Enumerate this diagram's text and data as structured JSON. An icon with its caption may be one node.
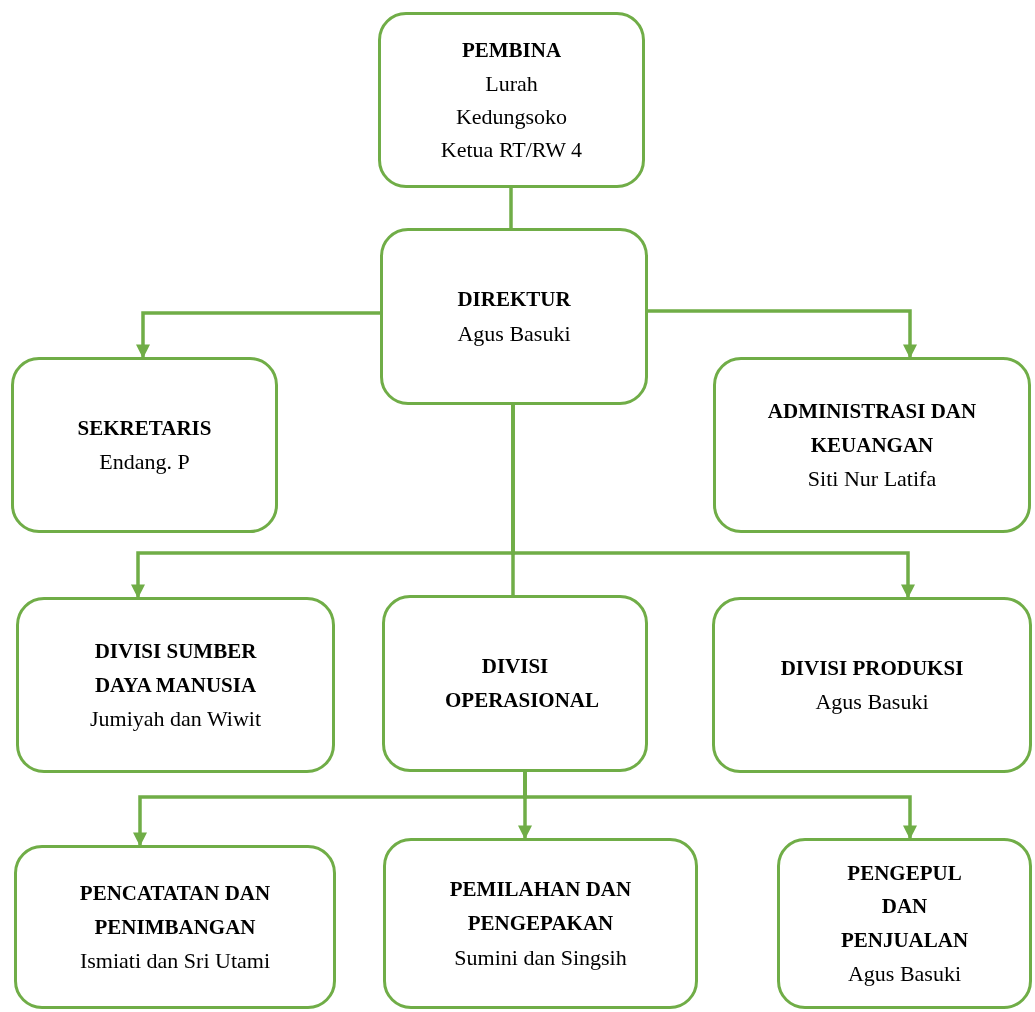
{
  "diagram": {
    "nodes": [
      {
        "text": [
          "PEMBINA",
          "Lurah Kedungsoko",
          "Ketua RT/RW 4"
        ]
      },
      {
        "text": [
          "DIREKTUR",
          "Agus Basuki"
        ]
      },
      {
        "text": [
          "SEKRETARIS",
          "Endang. P"
        ]
      },
      {
        "text": [
          "ADMINISTRASI DAN KEUANGAN",
          "Siti Nur Latifa"
        ]
      },
      {
        "text": [
          "DIVISI SUMBER DAYA MANUSIA",
          "Jumiyah dan Wiwit"
        ]
      },
      {
        "text": [
          "DIVISI OPERASIONAL"
        ]
      },
      {
        "text": [
          "DIVISI PRODUKSI",
          "Agus Basuki"
        ]
      },
      {
        "text": [
          "PENCATATAN DAN PENIMBANGAN",
          "Ismiati dan Sri Utami"
        ]
      },
      {
        "text": [
          "PEMILAHAN DAN PENGEPAKAN",
          "Sumini dan Singsih"
        ]
      },
      {
        "text": [
          "PENGEPUL DAN PENJUALAN",
          "Agus Basuki"
        ]
      }
    ],
    "edges": [
      {
        "from": 0,
        "to": 1,
        "arrow": "none"
      },
      {
        "from": 1,
        "to": 2,
        "arrow": "to"
      },
      {
        "from": 1,
        "to": 3,
        "arrow": "to"
      },
      {
        "from": 1,
        "to": 4,
        "arrow": "to"
      },
      {
        "from": 1,
        "to": 5,
        "arrow": "none"
      },
      {
        "from": 1,
        "to": 6,
        "arrow": "to"
      },
      {
        "from": 5,
        "to": 7,
        "arrow": "to"
      },
      {
        "from": 5,
        "to": 8,
        "arrow": "to"
      },
      {
        "from": 5,
        "to": 9,
        "arrow": "to"
      }
    ]
  }
}
